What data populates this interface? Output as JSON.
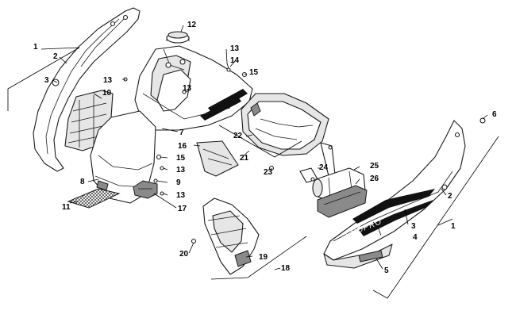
{
  "diagram": {
    "callouts": [
      {
        "id": "c1a",
        "label": "1"
      },
      {
        "id": "c2a",
        "label": "2"
      },
      {
        "id": "c3a",
        "label": "3"
      },
      {
        "id": "c10",
        "label": "10"
      },
      {
        "id": "c12",
        "label": "12"
      },
      {
        "id": "c13a",
        "label": "13"
      },
      {
        "id": "c13b",
        "label": "13"
      },
      {
        "id": "c13c",
        "label": "13"
      },
      {
        "id": "c14",
        "label": "14"
      },
      {
        "id": "c15a",
        "label": "15"
      },
      {
        "id": "c7",
        "label": "7"
      },
      {
        "id": "c16",
        "label": "16"
      },
      {
        "id": "c15b",
        "label": "15"
      },
      {
        "id": "c13d",
        "label": "13"
      },
      {
        "id": "c9",
        "label": "9"
      },
      {
        "id": "c13e",
        "label": "13"
      },
      {
        "id": "c8",
        "label": "8"
      },
      {
        "id": "c11",
        "label": "11"
      },
      {
        "id": "c17",
        "label": "17"
      },
      {
        "id": "c22",
        "label": "22"
      },
      {
        "id": "c21",
        "label": "21"
      },
      {
        "id": "c23",
        "label": "23"
      },
      {
        "id": "c24",
        "label": "24"
      },
      {
        "id": "c25",
        "label": "25"
      },
      {
        "id": "c26",
        "label": "26"
      },
      {
        "id": "c6",
        "label": "6"
      },
      {
        "id": "c2b",
        "label": "2"
      },
      {
        "id": "c3b",
        "label": "3"
      },
      {
        "id": "c1b",
        "label": "1"
      },
      {
        "id": "c4",
        "label": "4"
      },
      {
        "id": "c5",
        "label": "5"
      },
      {
        "id": "c20",
        "label": "20"
      },
      {
        "id": "c19",
        "label": "19"
      },
      {
        "id": "c18",
        "label": "18"
      }
    ],
    "decal_text": "SNOPRO"
  },
  "colors": {
    "line": "#1a1a1a",
    "background": "#ffffff",
    "stripe": "#111111"
  }
}
